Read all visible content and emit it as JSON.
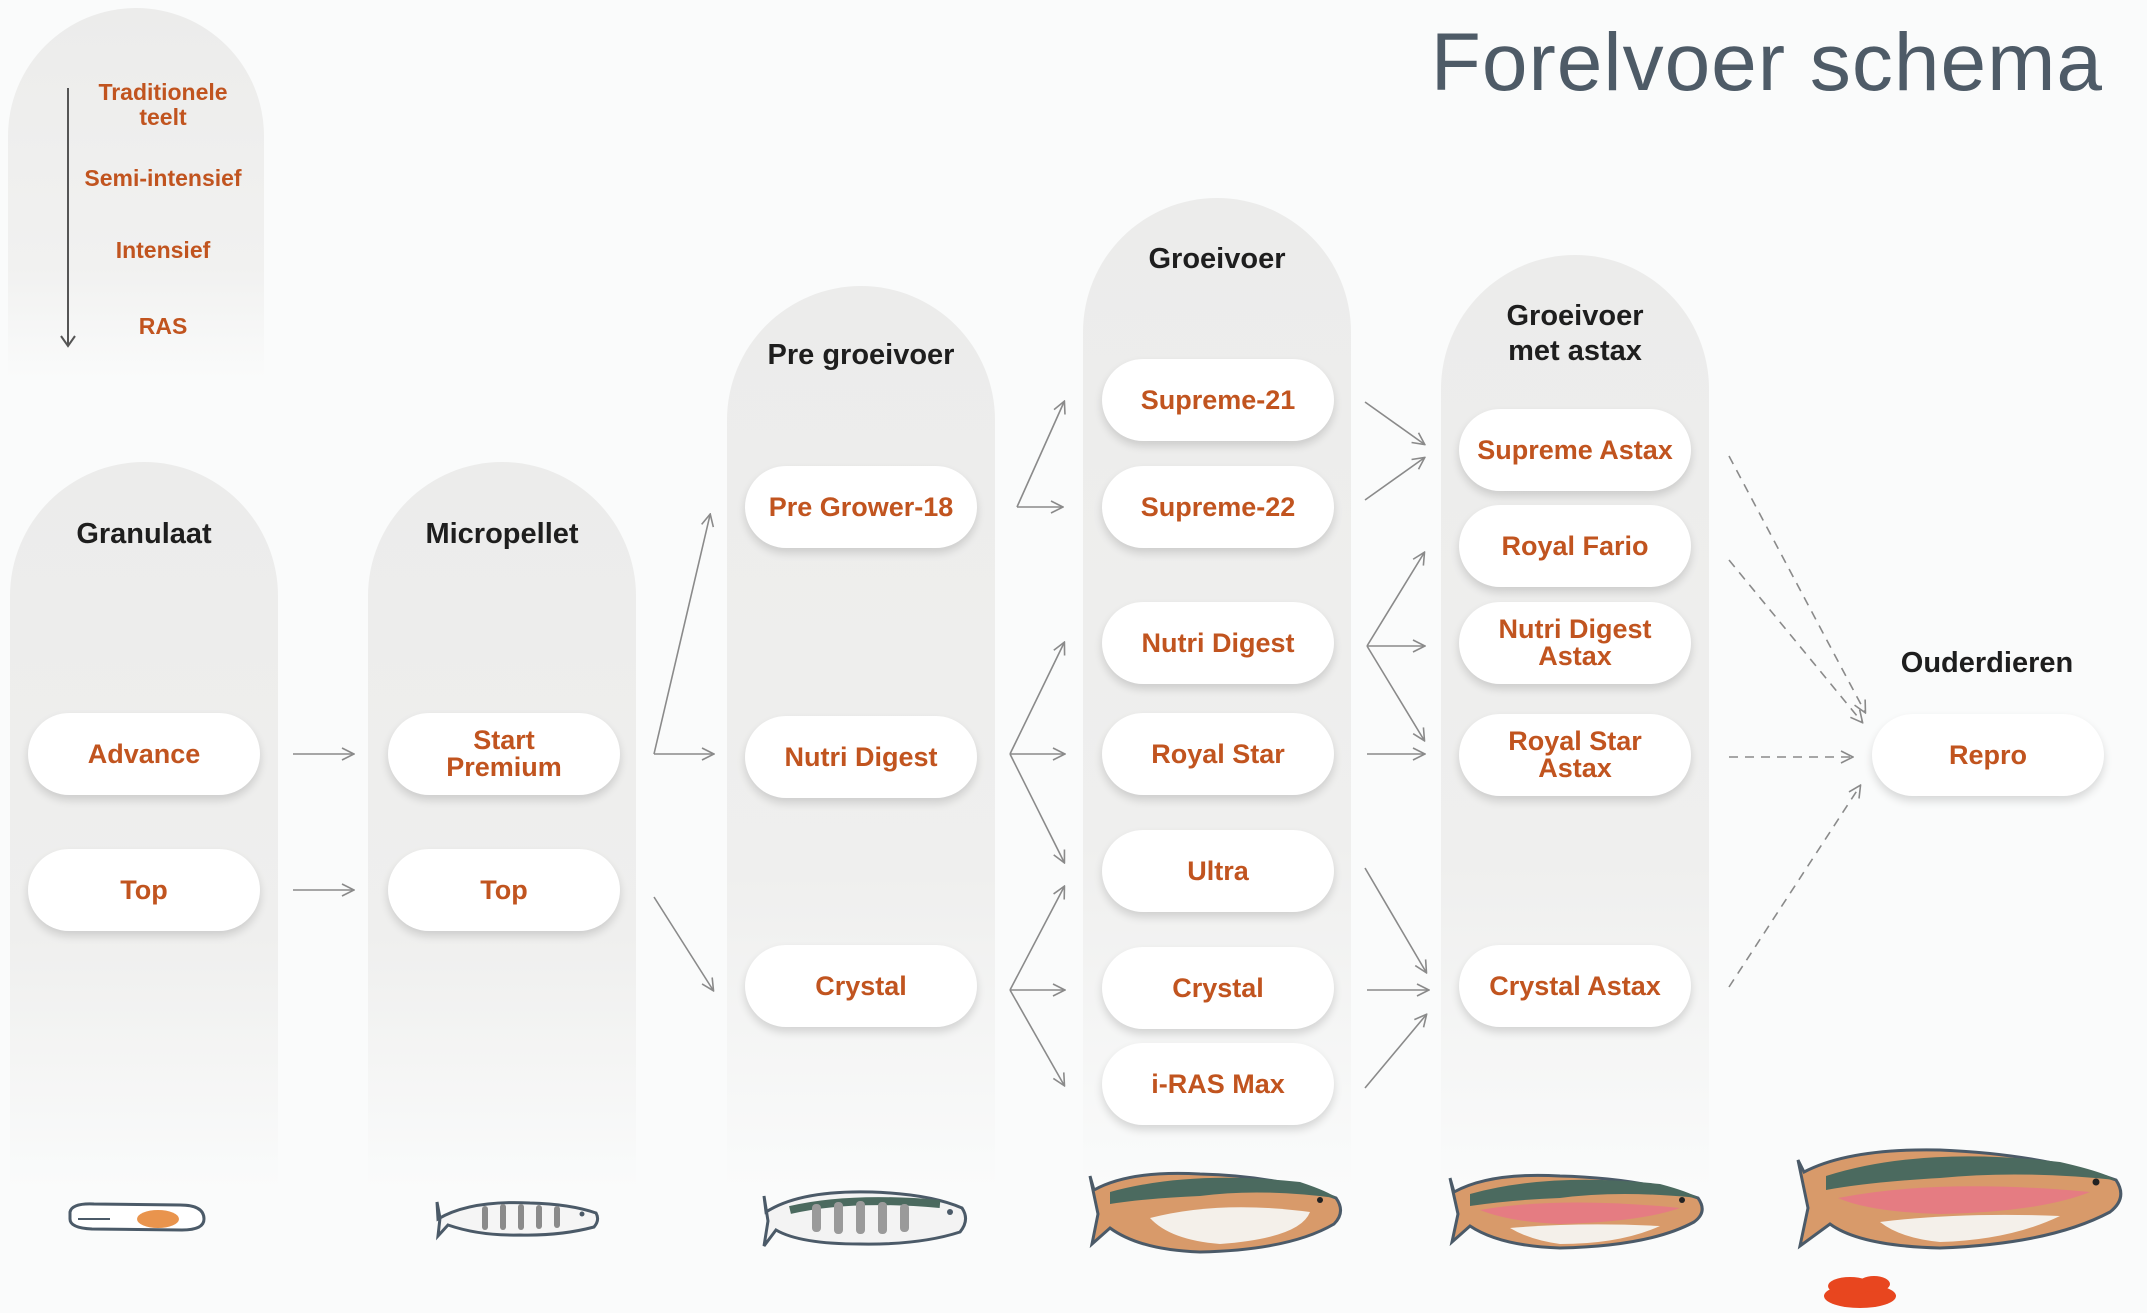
{
  "title": "Forelvoer schema",
  "legend": {
    "items": [
      "Traditionele\nteelt",
      "Semi-intensief",
      "Intensief",
      "RAS"
    ]
  },
  "columns": {
    "granulaat": {
      "header": "Granulaat",
      "items": [
        "Advance",
        "Top"
      ]
    },
    "micropellet": {
      "header": "Micropellet",
      "items": [
        "Start\nPremium",
        "Top"
      ]
    },
    "pregroeivoer": {
      "header": "Pre groeivoer",
      "items": [
        "Pre Grower-18",
        "Nutri Digest",
        "Crystal"
      ]
    },
    "groeivoer": {
      "header": "Groeivoer",
      "items": [
        "Supreme-21",
        "Supreme-22",
        "Nutri Digest",
        "Royal Star",
        "Ultra",
        "Crystal",
        "i-RAS Max"
      ]
    },
    "astax": {
      "header": "Groeivoer\nmet astax",
      "items": [
        "Supreme Astax",
        "Royal Fario",
        "Nutri Digest\nAstax",
        "Royal Star\nAstax",
        "Crystal Astax"
      ]
    },
    "ouderdieren": {
      "header": "Ouderdieren",
      "items": [
        "Repro"
      ]
    }
  },
  "colors": {
    "accent": "#c1541f",
    "title": "#4e5b67",
    "column_bg": "#ececeb",
    "arrow": "#8a8a8a",
    "trout_back": "#4b6a5f",
    "trout_side": "#d89a6a",
    "trout_stripe": "#e57c82"
  },
  "icons": [
    "egg-larva-icon",
    "fry-fish-icon",
    "fingerling-fish-icon",
    "trout-icon",
    "trout-astax-icon",
    "broodstock-trout-with-eggs-icon"
  ]
}
